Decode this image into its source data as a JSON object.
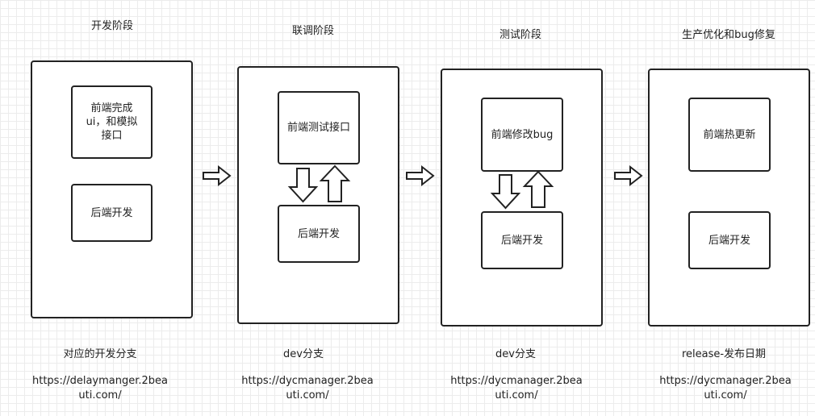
{
  "stages": [
    {
      "title": "开发阶段",
      "top_box": "前端完成ui，和模拟接口",
      "bottom_box": "后端开发",
      "branch": "对应的开发分支",
      "url": "https://delaymanger.2beauti.com/"
    },
    {
      "title": "联调阶段",
      "top_box": "前端测试接口",
      "bottom_box": "后端开发",
      "branch": "dev分支",
      "url": "https://dycmanager.2beauti.com/"
    },
    {
      "title": "测试阶段",
      "top_box": "前端修改bug",
      "bottom_box": "后端开发",
      "branch": "dev分支",
      "url": "https://dycmanager.2beauti.com/"
    },
    {
      "title": "生产优化和bug修复",
      "top_box": "前端热更新",
      "bottom_box": "后端开发",
      "branch": "release-发布日期",
      "url": "https://dycmanager.2beauti.com/"
    }
  ]
}
